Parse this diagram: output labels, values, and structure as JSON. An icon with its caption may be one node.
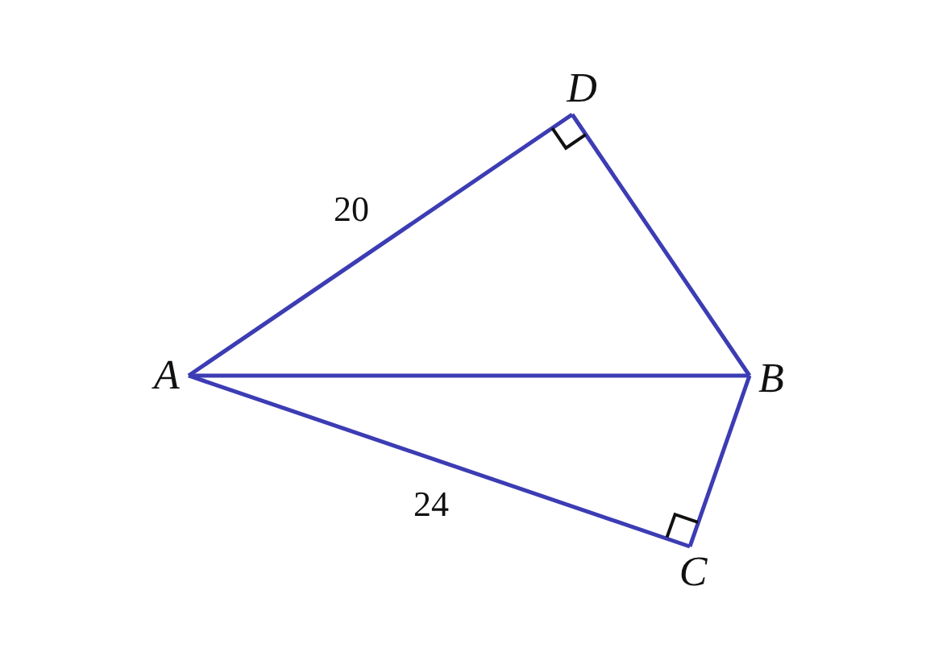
{
  "diagram": {
    "nodes": [
      {
        "text": [
          "A"
        ]
      },
      {
        "text": [
          "B"
        ]
      },
      {
        "text": [
          "C"
        ]
      },
      {
        "text": [
          "D"
        ]
      }
    ],
    "edges": [
      {
        "from": 0,
        "to": 3,
        "arrow": "none",
        "label": "20"
      },
      {
        "from": 3,
        "to": 1,
        "arrow": "none"
      },
      {
        "from": 0,
        "to": 1,
        "arrow": "none"
      },
      {
        "from": 0,
        "to": 2,
        "arrow": "none",
        "label": "24"
      },
      {
        "from": 2,
        "to": 1,
        "arrow": "none"
      }
    ]
  }
}
